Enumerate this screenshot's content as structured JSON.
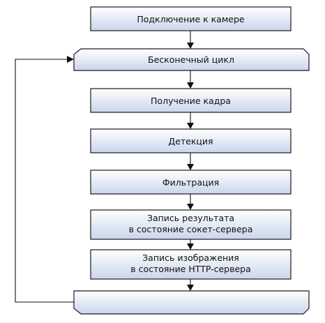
{
  "flowchart": {
    "steps": {
      "connect": "Подключение к камере",
      "loop_start": "Бесконечный цикл",
      "get_frame": "Получение кадра",
      "detection": "Детекция",
      "filtering": "Фильтрация",
      "write_result": [
        "Запись результата",
        "в состояние сокет-сервера"
      ],
      "write_image": [
        "Запись изображения",
        "в состояние HTTP-сервера"
      ],
      "loop_end": ""
    }
  },
  "colors": {
    "box_fill_top": "#ffffff",
    "box_fill_bottom": "#c9d6ec",
    "stroke": "#1a1a1a"
  }
}
